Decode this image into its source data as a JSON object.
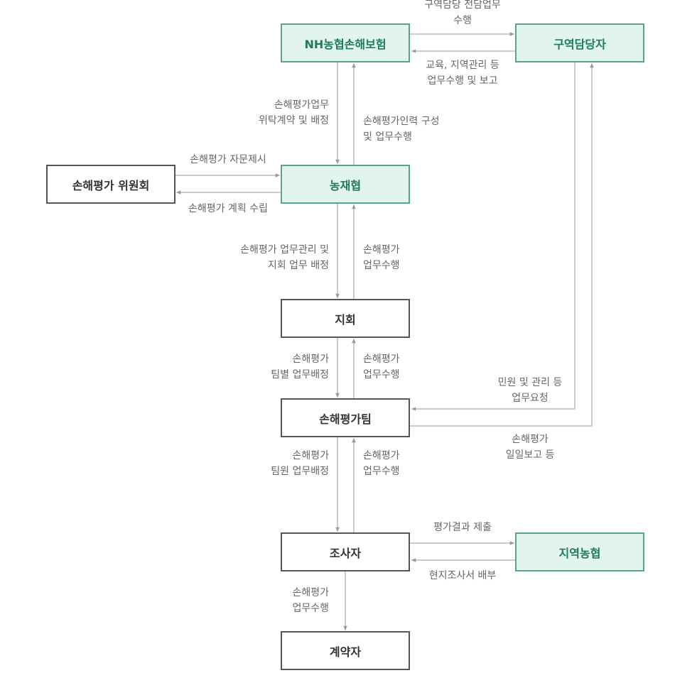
{
  "nodes": {
    "nh": "NH농협손해보험",
    "district_manager": "구역담당자",
    "committee": "손해평가 위원회",
    "nonghyup": "농재협",
    "branch": "지회",
    "team": "손해평가팀",
    "surveyor": "조사자",
    "contractor": "계약자",
    "local_nh": "지역농협"
  },
  "edges": {
    "nh_to_manager": "구역담당 전담업무\n수행",
    "manager_to_nh": "교육, 지역관리 등\n업무수행 및 보고",
    "nh_to_nonghyup": "손해평가업무\n위탁계약 및 배정",
    "nonghyup_to_nh": "손해평가인력 구성\n및 업무수행",
    "committee_to_nonghyup": "손해평가 자문제시",
    "nonghyup_to_committee": "손해평가 계획 수립",
    "nonghyup_to_branch": "손해평가 업무관리 및\n지회 업무 배정",
    "branch_to_nonghyup": "손해평가\n업무수행",
    "branch_to_team": "손해평가\n팀별 업무배정",
    "team_to_branch": "손해평가\n업무수행",
    "manager_to_team": "민원 및 관리 등\n업무요청",
    "team_to_manager": "손해평가\n일일보고 등",
    "team_to_surveyor": "손해평가\n팀원 업무배정",
    "surveyor_to_team": "손해평가\n업무수행",
    "surveyor_to_local": "평가결과 제출",
    "local_to_surveyor": "현지조사서 배부",
    "surveyor_to_contractor": "손해평가\n업무수행"
  },
  "colors": {
    "line": "#999999",
    "green_fill": "#e2f4ee",
    "green_border": "#5aa488",
    "green_text": "#1f7a5c",
    "box_border": "#555555"
  }
}
